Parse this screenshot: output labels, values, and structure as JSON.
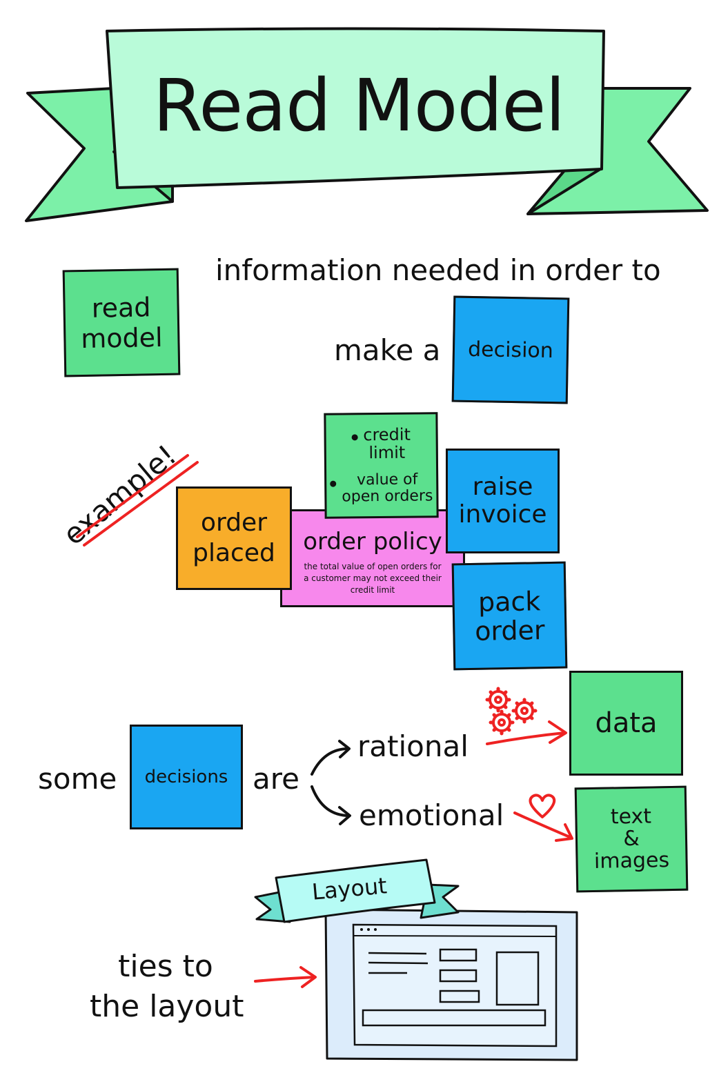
{
  "title": "Read Model",
  "definition": {
    "sticky": "read\nmodel",
    "line1": "information needed in order to",
    "line2": "make a",
    "decision_sticky": "decision"
  },
  "example": {
    "label": "example!",
    "order_placed": "order\nplaced",
    "order_policy_title": "order policy",
    "order_policy_desc": "the total value of open orders for\na customer may not exceed their\ncredit limit",
    "read_model_items": [
      "credit\nlimit",
      "value of\nopen orders"
    ],
    "raise_invoice": "raise\ninvoice",
    "pack_order": "pack\norder"
  },
  "decisions": {
    "some": "some",
    "sticky": "decisions",
    "are": "are",
    "rational": "rational",
    "emotional": "emotional",
    "data": "data",
    "text_images": "text\n&\nimages"
  },
  "layout": {
    "banner": "Layout",
    "ties_to": "ties to\nthe layout"
  },
  "colors": {
    "banner_light": "#b9fbd9",
    "banner_dark": "#7cf0a8",
    "layout_banner": "#b6fbf5",
    "green": "#5ce08e",
    "blue": "#1aa6f2",
    "orange": "#f8ad2a",
    "pink": "#f788ec",
    "red": "#ee2222",
    "wireframe_bg": "#dcecfb"
  },
  "icons": [
    "gears-icon",
    "heart-icon",
    "arrow-icon",
    "wireframe-icon"
  ]
}
